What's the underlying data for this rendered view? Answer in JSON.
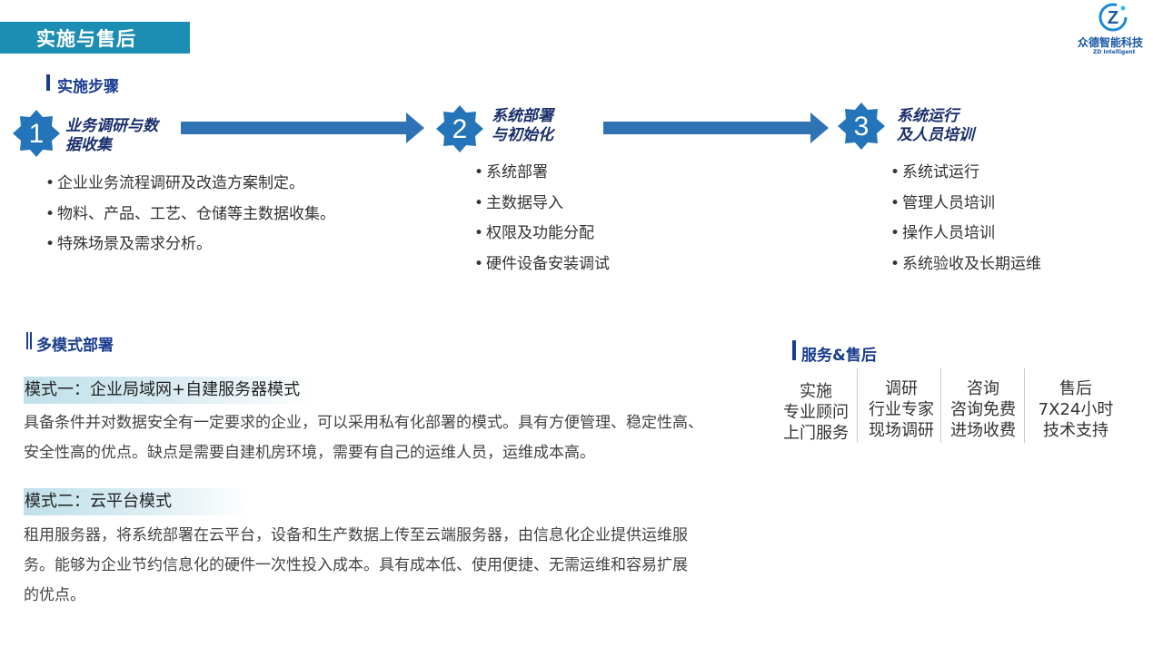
{
  "header": {
    "title": "实施与售后"
  },
  "logo": {
    "text": "众德智能科技",
    "subtext": "ZD Intelligent",
    "icon": "z-logo-icon",
    "color": "#1758a8"
  },
  "colors": {
    "accent": "#1c8db3",
    "heading": "#1a3d8f",
    "step_star": "#2374b8",
    "arrow": "#2f73b4"
  },
  "steps_section": {
    "title": "实施步骤",
    "steps": [
      {
        "number": "1",
        "title_line1": "业务调研与数",
        "title_line2": "据收集",
        "items": [
          "企业业务流程调研及改造方案制定。",
          "物料、产品、工艺、仓储等主数据收集。",
          "特殊场景及需求分析。"
        ]
      },
      {
        "number": "2",
        "title_line1": "系统部署",
        "title_line2": "与初始化",
        "items": [
          "系统部署",
          "主数据导入",
          "权限及功能分配",
          "硬件设备安装调试"
        ]
      },
      {
        "number": "3",
        "title_line1": "系统运行",
        "title_line2": "及人员培训",
        "items": [
          "系统试运行",
          "管理人员培训",
          "操作人员培训",
          "系统验收及长期运维"
        ]
      }
    ]
  },
  "deploy_section": {
    "title": "多模式部署",
    "modes": [
      {
        "heading": "模式一：企业局域网+自建服务器模式",
        "line1": "具备条件并对数据安全有一定要求的企业，可以采用私有化部署的模式。具有方便管理、稳定性高、",
        "line2": "安全性高的优点。缺点是需要自建机房环境，需要有自己的运维人员，运维成本高。"
      },
      {
        "heading": "模式二：云平台模式",
        "line1": "租用服务器，将系统部署在云平台，设备和生产数据上传至云端服务器，由信息化企业提供运维服",
        "line2": "务。能够为企业节约信息化的硬件一次性投入成本。具有成本低、使用便捷、无需运维和容易扩展",
        "line3": "的优点。"
      }
    ]
  },
  "service_section": {
    "title": "服务&售后",
    "columns": [
      {
        "head": "实施",
        "line1": "专业顾问",
        "line2": "上门服务"
      },
      {
        "head": "调研",
        "line1": "行业专家",
        "line2": "现场调研"
      },
      {
        "head": "咨询",
        "line1": "咨询免费",
        "line2": "进场收费"
      },
      {
        "head": "售后",
        "line1": "7X24小时",
        "line2": "技术支持"
      }
    ]
  }
}
